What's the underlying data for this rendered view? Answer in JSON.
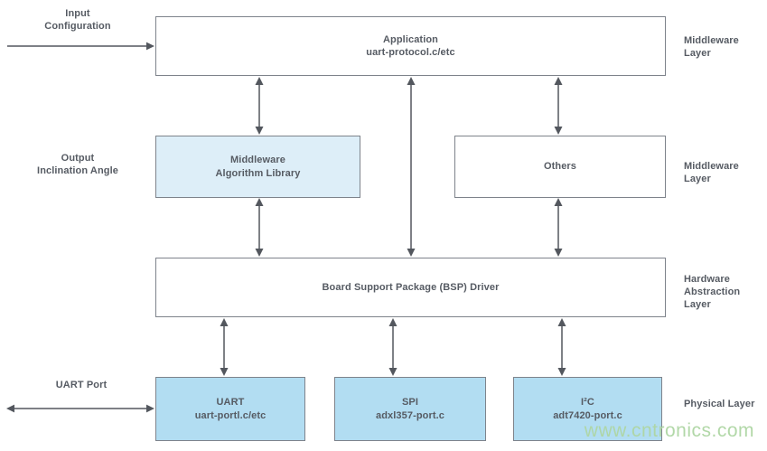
{
  "boxes": {
    "application": {
      "title": "Application",
      "subtitle": "uart-protocol.c/etc"
    },
    "middleware_algorithm_library": {
      "title": "Middleware",
      "subtitle": "Algorithm Library"
    },
    "others": {
      "title": "Others"
    },
    "bsp": {
      "title": "Board Support Package (BSP) Driver"
    },
    "uart": {
      "title": "UART",
      "subtitle": "uart-portl.c/etc"
    },
    "spi": {
      "title": "SPI",
      "subtitle": "adxl357-port.c"
    },
    "i2c": {
      "title": "I²C",
      "subtitle": "adt7420-port.c"
    }
  },
  "left_labels": {
    "input": {
      "line1": "Input",
      "line2": "Configuration"
    },
    "output": {
      "line1": "Output",
      "line2": "Inclination Angle"
    },
    "uart_port": "UART Port"
  },
  "right_labels": {
    "row1": "Middleware Layer",
    "row2": "Middleware Layer",
    "row3_line1": "Hardware",
    "row3_line2": "Abstraction Layer",
    "row4": "Physical Layer"
  },
  "watermark": "www.cntronics.com",
  "colors": {
    "box_fill_light_blue": "#ddeef8",
    "box_fill_blue": "#b2ddf2",
    "box_border": "#7e838b",
    "arrow": "#53575e",
    "text": "#565b63",
    "watermark_green": "#aed6a4"
  }
}
